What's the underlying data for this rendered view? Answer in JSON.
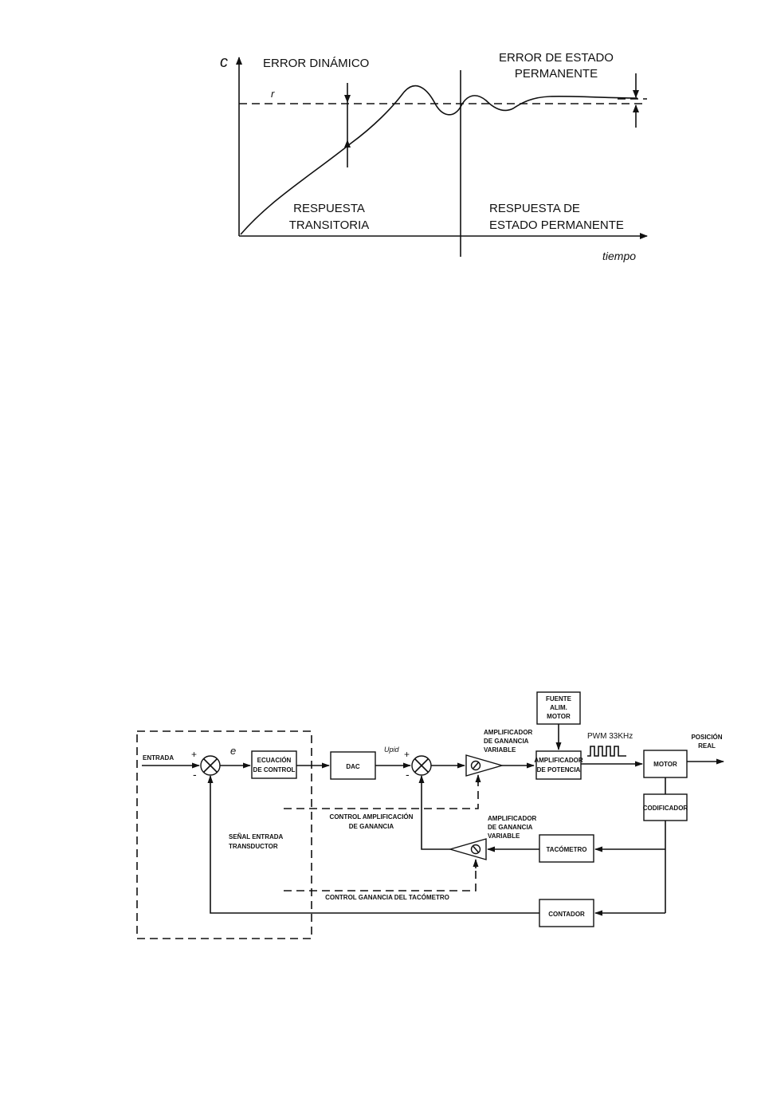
{
  "response_figure": {
    "y_axis_label": "c",
    "x_axis_label": "tiempo",
    "reference_label": "r",
    "dynamic_error": "ERROR DINÁMICO",
    "steady_error_line1": "ERROR DE ESTADO",
    "steady_error_line2": "PERMANENTE",
    "transient_line1": "RESPUESTA",
    "transient_line2": "TRANSITORIA",
    "steady_resp_line1": "RESPUESTA DE",
    "steady_resp_line2": "ESTADO PERMANENTE"
  },
  "block_figure": {
    "input": "ENTRADA",
    "plus1": "+",
    "minus1": "-",
    "error": "e",
    "control_eq_line1": "ECUACIÓN",
    "control_eq_line2": "DE CONTROL",
    "dac": "DAC",
    "upid": "Upid",
    "plus2": "+",
    "minus2": "-",
    "var_amp1_line1": "AMPLIFICADOR",
    "var_amp1_line2": "DE GANANCIA",
    "var_amp1_line3": "VARIABLE",
    "source_line1": "FUENTE",
    "source_line2": "ALIM.",
    "source_line3": "MOTOR",
    "power_amp_line1": "AMPLIFICADOR",
    "power_amp_line2": "DE POTENCIA",
    "pwm": "PWM 33KHz",
    "motor": "MOTOR",
    "real_pos_line1": "POSICIÓN",
    "real_pos_line2": "REAL",
    "encoder": "CODIFICADOR",
    "gain_ctrl_line1": "CONTROL AMPLIFICACIÓN",
    "gain_ctrl_line2": "DE GANANCIA",
    "var_amp2_line1": "AMPLIFICADOR",
    "var_amp2_line2": "DE GANANCIA",
    "var_amp2_line3": "VARIABLE",
    "transducer_line1": "SEÑAL ENTRADA",
    "transducer_line2": "TRANSDUCTOR",
    "tachometer": "TACÓMETRO",
    "tacho_gain_ctrl": "CONTROL GANANCIA DEL TACÓMETRO",
    "counter": "CONTADOR"
  }
}
